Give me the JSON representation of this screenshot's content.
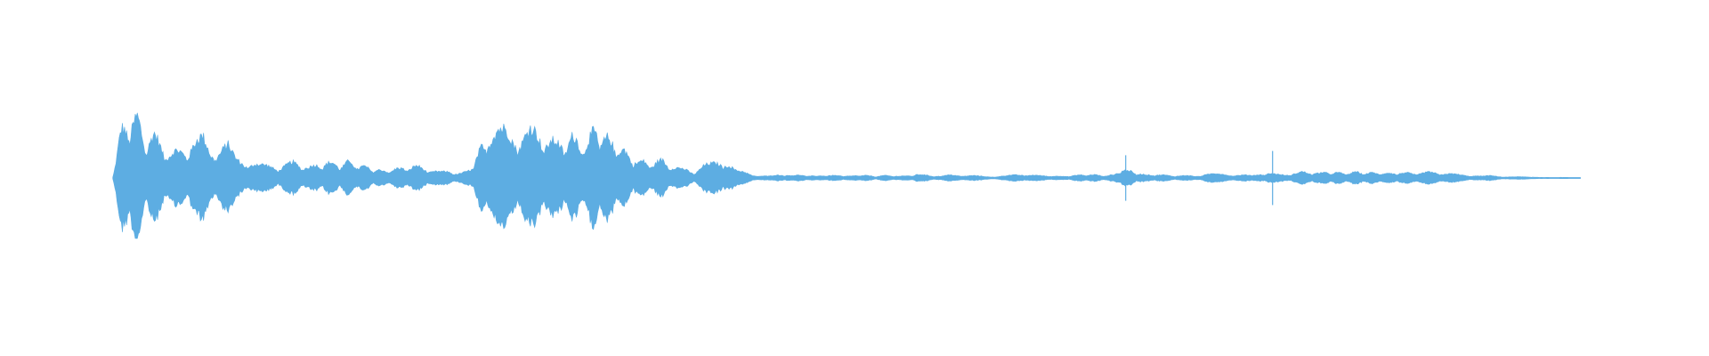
{
  "waveform": {
    "color": "#5DADE2",
    "background": "#FFFFFF",
    "envelope_peaks": [
      0.02,
      0.78,
      0.96,
      0.99,
      0.62,
      0.72,
      0.55,
      0.4,
      0.45,
      0.5,
      0.6,
      0.68,
      0.46,
      0.5,
      0.56,
      0.32,
      0.26,
      0.28,
      0.22,
      0.2,
      0.18,
      0.22,
      0.26,
      0.22,
      0.18,
      0.22,
      0.26,
      0.24,
      0.22,
      0.28,
      0.2,
      0.18,
      0.14,
      0.12,
      0.14,
      0.16,
      0.18,
      0.2,
      0.16,
      0.12,
      0.1,
      0.12,
      0.08,
      0.1,
      0.14,
      0.7,
      0.76,
      0.8,
      0.78,
      0.7,
      0.74,
      0.8,
      0.74,
      0.66,
      0.58,
      0.6,
      0.68,
      0.58,
      0.64,
      0.82,
      0.66,
      0.62,
      0.48,
      0.38,
      0.26,
      0.28,
      0.24,
      0.3,
      0.22,
      0.16,
      0.14,
      0.1,
      0.2,
      0.24,
      0.3,
      0.26,
      0.12,
      0.1,
      0.05,
      0.04,
      0.03,
      0.05,
      0.06,
      0.04,
      0.05,
      0.04,
      0.03,
      0.05,
      0.04,
      0.04,
      0.03,
      0.05,
      0.04,
      0.03,
      0.04,
      0.04,
      0.03,
      0.04,
      0.06,
      0.05,
      0.04,
      0.03,
      0.05,
      0.05,
      0.04,
      0.04,
      0.03,
      0.02,
      0.03,
      0.04,
      0.05,
      0.06,
      0.05,
      0.04,
      0.04,
      0.03,
      0.03,
      0.04,
      0.05,
      0.06,
      0.05,
      0.04,
      0.05,
      0.14,
      0.12,
      0.08,
      0.05,
      0.06,
      0.05,
      0.04,
      0.04,
      0.04,
      0.03,
      0.06,
      0.07,
      0.07,
      0.06,
      0.05,
      0.05,
      0.04,
      0.07,
      0.09,
      0.06,
      0.05,
      0.08,
      0.1,
      0.09,
      0.08,
      0.1,
      0.09,
      0.08,
      0.09,
      0.1,
      0.08,
      0.09,
      0.08,
      0.08,
      0.09,
      0.08,
      0.08,
      0.09,
      0.1,
      0.08,
      0.07,
      0.06,
      0.05,
      0.04,
      0.03,
      0.04,
      0.03,
      0.02,
      0.02,
      0.02,
      0.02,
      0.01,
      0.01,
      0.01,
      0.01,
      0.01,
      0.005
    ],
    "spikes": [
      {
        "t": 0.69,
        "height": 0.32
      },
      {
        "t": 0.79,
        "height": 0.38
      }
    ],
    "start_fraction": 0.066,
    "end_fraction": 0.925
  }
}
